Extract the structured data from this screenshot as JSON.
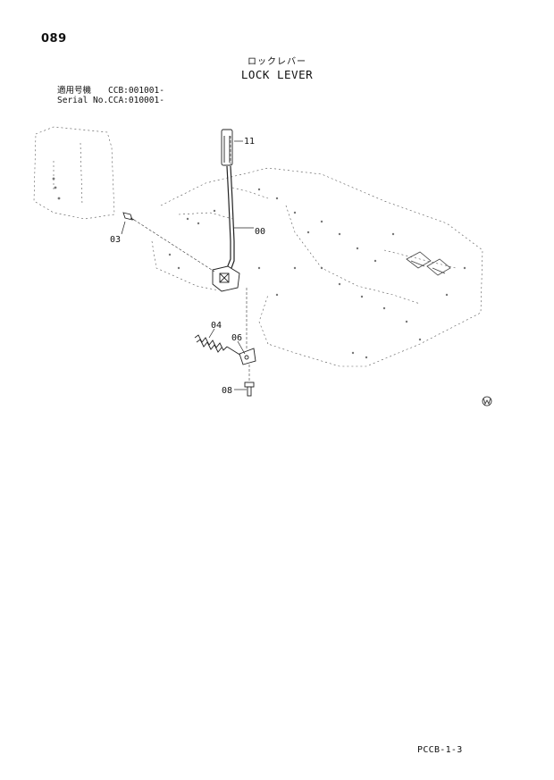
{
  "header": {
    "page_number": "089",
    "title_ja": "ロックレバー",
    "title_en": "LOCK LEVER"
  },
  "applicability": {
    "rows": [
      {
        "label": "適用号機",
        "value": "CCB:001001-"
      },
      {
        "label": "Serial No.",
        "value": "CCA:010001-"
      }
    ]
  },
  "parts": {
    "p11": "11",
    "p00": "00",
    "p03": "03",
    "p04": "04",
    "p06": "06",
    "p08": "08"
  },
  "footer": {
    "doc_code": "PCCB-1-3"
  }
}
